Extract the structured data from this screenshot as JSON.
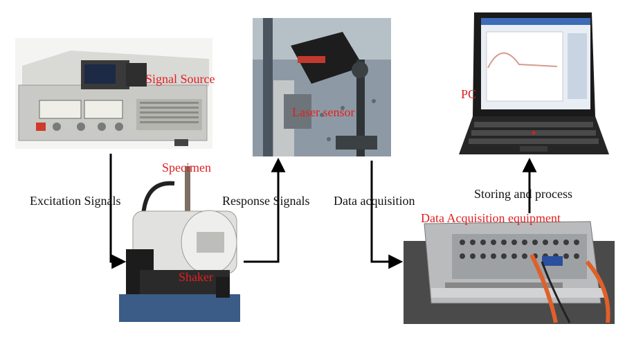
{
  "labels": {
    "signal_source": "Signal Source",
    "laser_sensor": "Laser sensor",
    "pc": "PC",
    "specimen": "Specimen",
    "shaker": "Shaker",
    "daq_equipment": "Data Acquisition equipment",
    "excitation_signals": "Excitation Signals",
    "response_signals": "Response Signals",
    "data_acquisition": "Data acquisition",
    "storing_process": "Storing and process"
  },
  "colors": {
    "device_label": "#e02020",
    "flow_label": "#111111",
    "arrow": "#000000"
  }
}
